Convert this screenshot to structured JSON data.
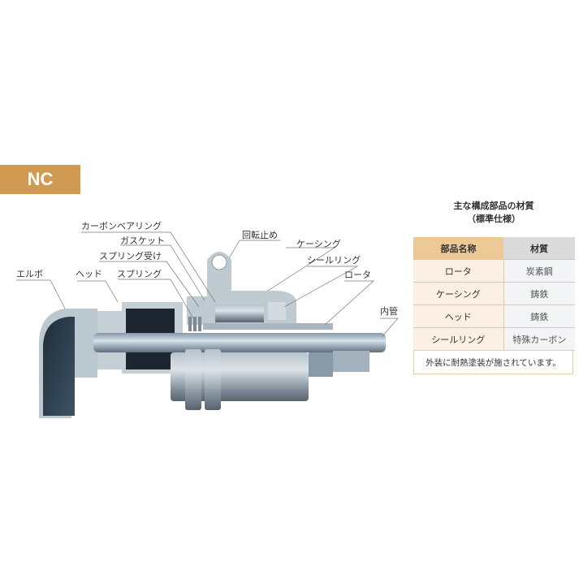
{
  "badge": {
    "label": "NC",
    "color": "#d19a52"
  },
  "diagram": {
    "labels": {
      "carbon_bearing": "カーボンベアリング",
      "gasket": "ガスケット",
      "spring_seat": "スプリング受け",
      "spring": "スプリング",
      "head": "ヘッド",
      "elbow": "エルボ",
      "rotation_stop": "回転止め",
      "casing": "ケーシング",
      "seal_ring": "シールリング",
      "rotor": "ロータ",
      "inner_pipe": "内管"
    }
  },
  "materials": {
    "title": "主な構成部品の材質",
    "subtitle": "（標準仕様）",
    "headers": [
      "部品名称",
      "材質"
    ],
    "rows": [
      [
        "ロータ",
        "炭素鋼"
      ],
      [
        "ケーシング",
        "鋳鉄"
      ],
      [
        "ヘッド",
        "鋳鉄"
      ],
      [
        "シールリング",
        "特殊カーボン"
      ]
    ],
    "note": "外装に耐熱塗装が施されています。"
  }
}
